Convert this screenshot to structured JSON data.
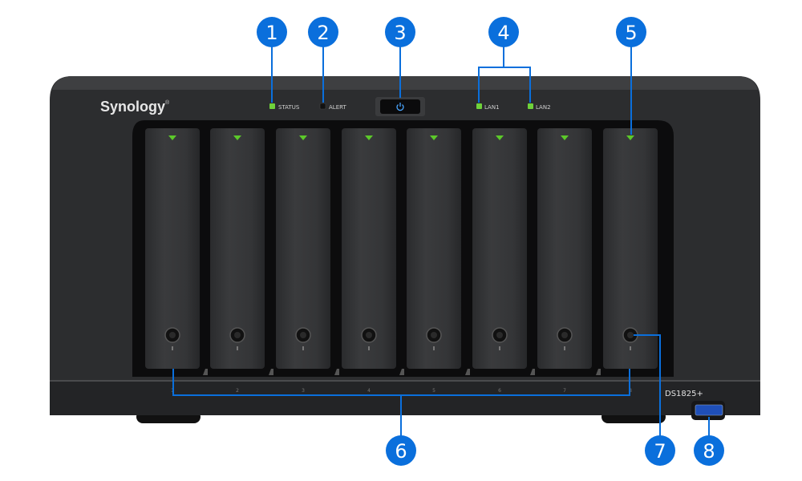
{
  "device": {
    "brand": "Synology",
    "brand_mark": "®",
    "model": "DS1825+",
    "indicators": [
      {
        "label": "STATUS",
        "color": "#6fd23a"
      },
      {
        "label": "ALERT",
        "color": "#111111"
      },
      {
        "label": "LAN1",
        "color": "#6fd23a"
      },
      {
        "label": "LAN2",
        "color": "#6fd23a"
      }
    ],
    "bay_numbers": [
      "1",
      "2",
      "3",
      "4",
      "5",
      "6",
      "7",
      "8"
    ],
    "drive_led_color": "#5cc92a"
  },
  "callouts": [
    "1",
    "2",
    "3",
    "4",
    "5",
    "6",
    "7",
    "8"
  ],
  "colors": {
    "callout": "#0a6fdc",
    "chassis": "#2c2d2f"
  }
}
